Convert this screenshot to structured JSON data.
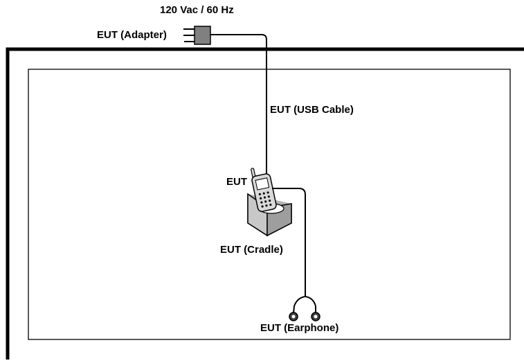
{
  "diagram": {
    "supply_label": "120 Vac / 60 Hz",
    "adapter_label": "EUT (Adapter)",
    "usb_cable_label": "EUT (USB Cable)",
    "eut_label": "EUT",
    "cradle_label": "EUT (Cradle)",
    "earphone_label": "EUT (Earphone)"
  },
  "colors": {
    "frame": "#000000",
    "plug_fill": "#808080",
    "cradle_fill": "#b3b3b3",
    "phone_fill": "#d9d9d9",
    "background": "#ffffff"
  }
}
